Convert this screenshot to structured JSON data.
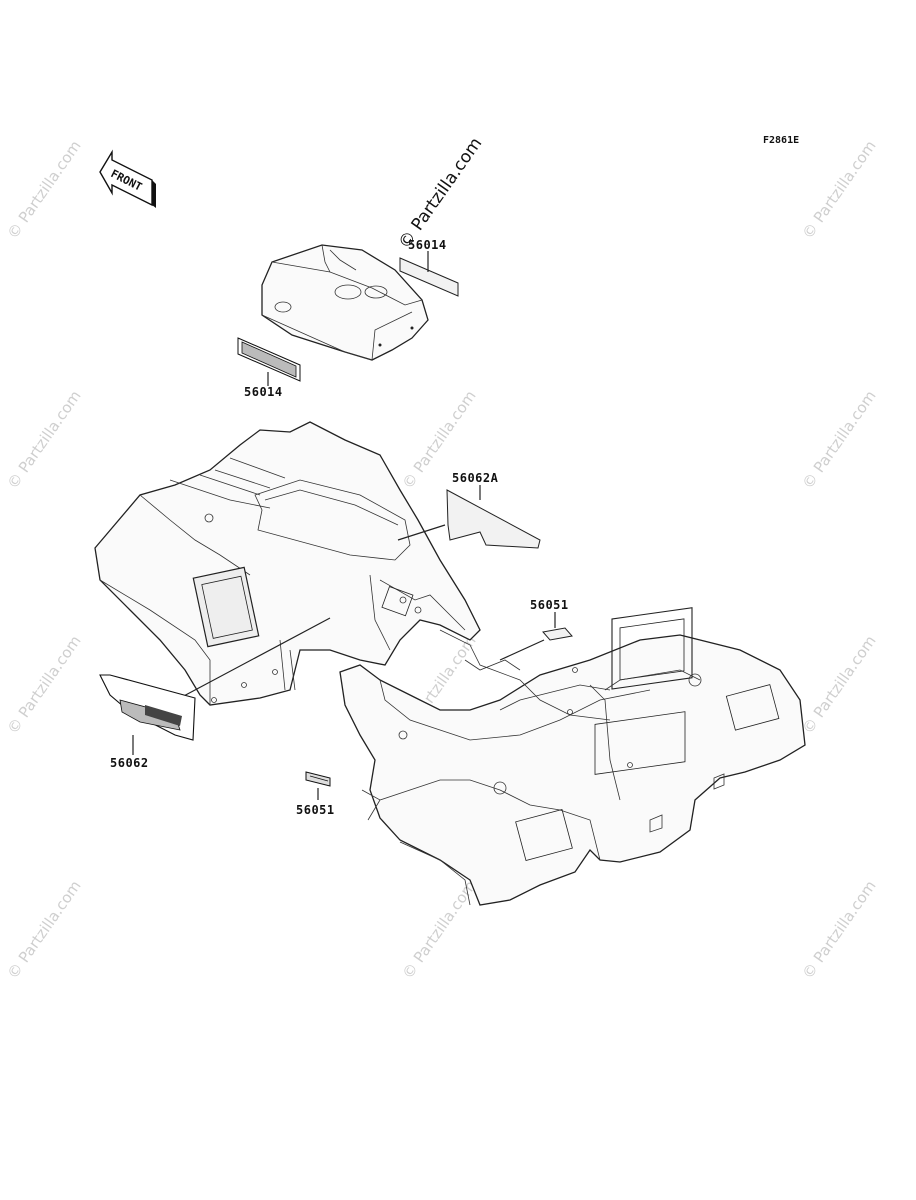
{
  "figure_code": "F2861E",
  "front_label": "FRONT",
  "watermark": "© Partzilla.com",
  "callouts": [
    {
      "id": "56014",
      "label": "56014"
    },
    {
      "id": "56014b",
      "label": "56014"
    },
    {
      "id": "56062A",
      "label": "56062A"
    },
    {
      "id": "56051",
      "label": "56051"
    },
    {
      "id": "56062",
      "label": "56062"
    },
    {
      "id": "56051b",
      "label": "56051"
    }
  ]
}
